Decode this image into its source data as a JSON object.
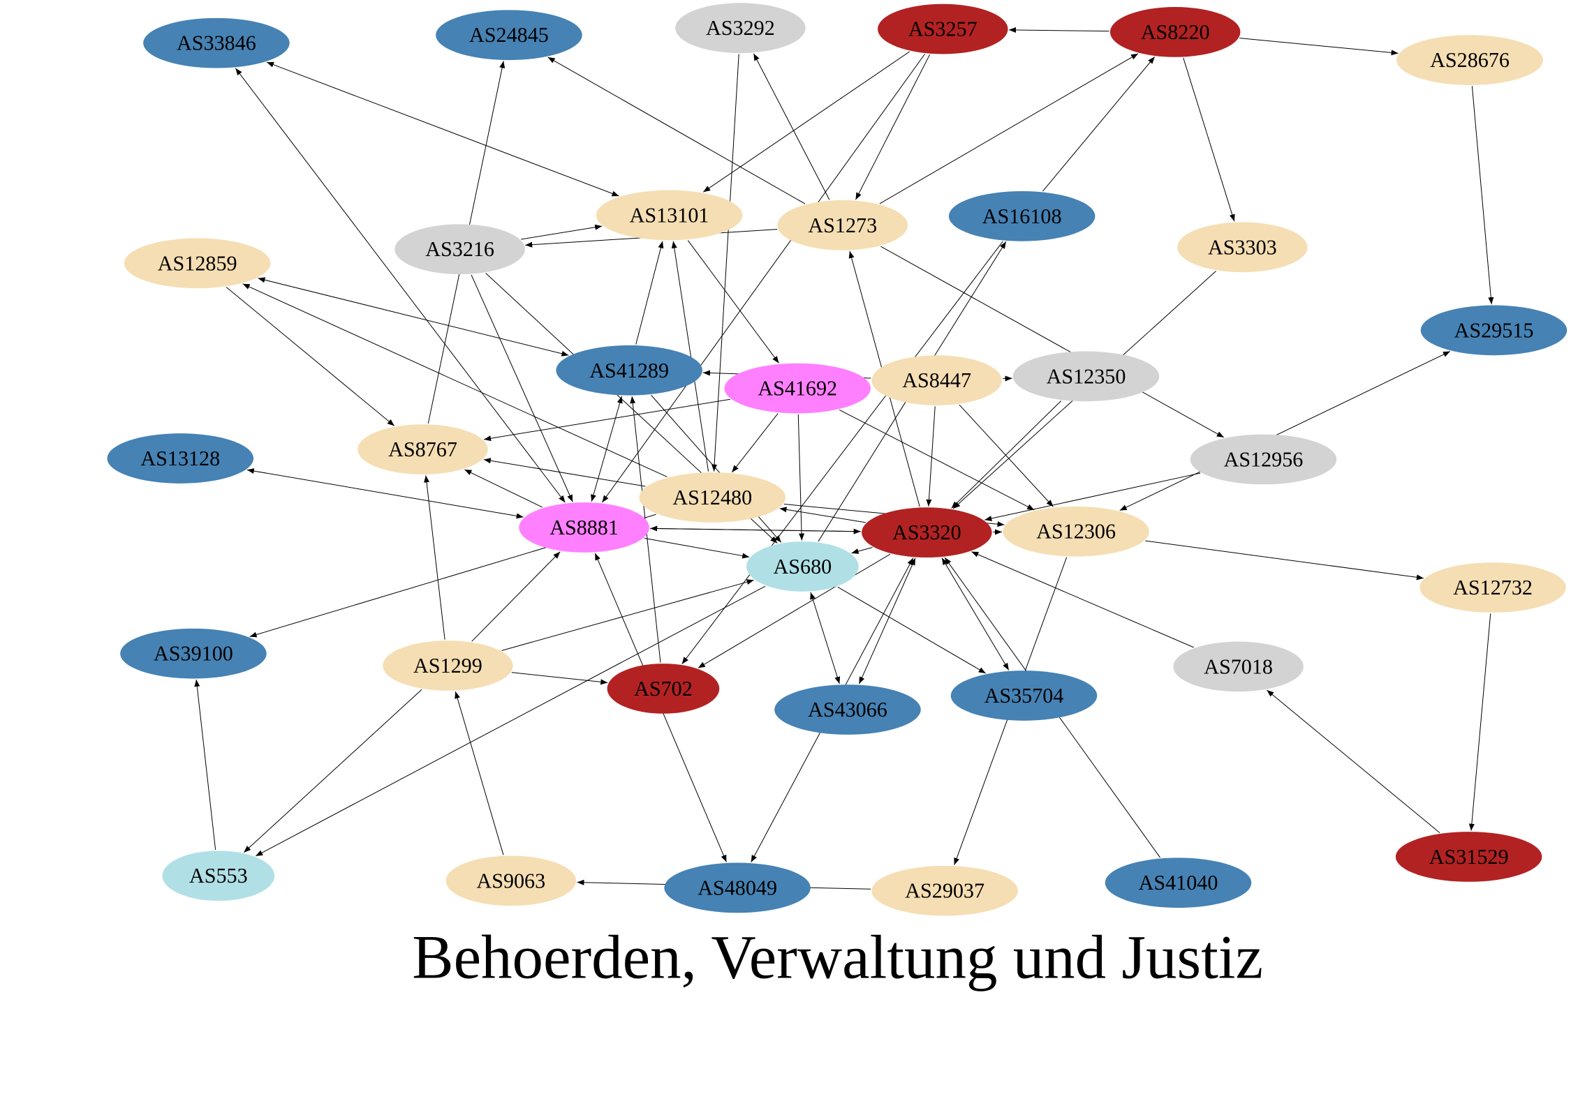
{
  "title": "Behoerden, Verwaltung und Justiz",
  "colors": {
    "blue": "#4682b4",
    "red": "#b22222",
    "wheat": "#f5deb3",
    "gray": "#d3d3d3",
    "pink": "#ff80ff",
    "lightblue": "#b0e0e6"
  },
  "nodes": [
    {
      "id": "AS33846",
      "color": "blue"
    },
    {
      "id": "AS24845",
      "color": "blue"
    },
    {
      "id": "AS3292",
      "color": "gray"
    },
    {
      "id": "AS3257",
      "color": "red"
    },
    {
      "id": "AS8220",
      "color": "red"
    },
    {
      "id": "AS28676",
      "color": "wheat"
    },
    {
      "id": "AS13101",
      "color": "wheat"
    },
    {
      "id": "AS1273",
      "color": "wheat"
    },
    {
      "id": "AS16108",
      "color": "blue"
    },
    {
      "id": "AS3216",
      "color": "gray"
    },
    {
      "id": "AS3303",
      "color": "wheat"
    },
    {
      "id": "AS12859",
      "color": "wheat"
    },
    {
      "id": "AS29515",
      "color": "blue"
    },
    {
      "id": "AS41289",
      "color": "blue"
    },
    {
      "id": "AS41692",
      "color": "pink"
    },
    {
      "id": "AS8447",
      "color": "wheat"
    },
    {
      "id": "AS12350",
      "color": "gray"
    },
    {
      "id": "AS13128",
      "color": "blue"
    },
    {
      "id": "AS8767",
      "color": "wheat"
    },
    {
      "id": "AS12956",
      "color": "gray"
    },
    {
      "id": "AS12480",
      "color": "wheat"
    },
    {
      "id": "AS8881",
      "color": "pink"
    },
    {
      "id": "AS3320",
      "color": "red"
    },
    {
      "id": "AS12306",
      "color": "wheat"
    },
    {
      "id": "AS680",
      "color": "lightblue"
    },
    {
      "id": "AS12732",
      "color": "wheat"
    },
    {
      "id": "AS39100",
      "color": "blue"
    },
    {
      "id": "AS1299",
      "color": "wheat"
    },
    {
      "id": "AS702",
      "color": "red"
    },
    {
      "id": "AS43066",
      "color": "blue"
    },
    {
      "id": "AS35704",
      "color": "blue"
    },
    {
      "id": "AS7018",
      "color": "gray"
    },
    {
      "id": "AS553",
      "color": "lightblue"
    },
    {
      "id": "AS9063",
      "color": "wheat"
    },
    {
      "id": "AS48049",
      "color": "blue"
    },
    {
      "id": "AS29037",
      "color": "wheat"
    },
    {
      "id": "AS41040",
      "color": "blue"
    },
    {
      "id": "AS31529",
      "color": "red"
    }
  ],
  "edges": [
    {
      "source": "AS8220",
      "target": "AS3257"
    },
    {
      "source": "AS8220",
      "target": "AS28676"
    },
    {
      "source": "AS8220",
      "target": "AS3303"
    },
    {
      "source": "AS16108",
      "target": "AS8220"
    },
    {
      "source": "AS1273",
      "target": "AS8220"
    },
    {
      "source": "AS28676",
      "target": "AS29515"
    },
    {
      "source": "AS3257",
      "target": "AS13101"
    },
    {
      "source": "AS3257",
      "target": "AS1273"
    },
    {
      "source": "AS3257",
      "target": "AS8881"
    },
    {
      "source": "AS1273",
      "target": "AS24845"
    },
    {
      "source": "AS1273",
      "target": "AS3292"
    },
    {
      "source": "AS1273",
      "target": "AS3216"
    },
    {
      "source": "AS1273",
      "target": "AS12956"
    },
    {
      "source": "AS3320",
      "target": "AS1273"
    },
    {
      "source": "AS13101",
      "target": "AS33846",
      "bidirectional": true
    },
    {
      "source": "AS3216",
      "target": "AS13101"
    },
    {
      "source": "AS3216",
      "target": "AS8881"
    },
    {
      "source": "AS3216",
      "target": "AS680"
    },
    {
      "source": "AS3292",
      "target": "AS12480"
    },
    {
      "source": "AS13101",
      "target": "AS41692"
    },
    {
      "source": "AS41289",
      "target": "AS13101"
    },
    {
      "source": "AS12480",
      "target": "AS13101"
    },
    {
      "source": "AS8767",
      "target": "AS24845"
    },
    {
      "source": "AS8881",
      "target": "AS33846",
      "bidirectional": true
    },
    {
      "source": "AS12859",
      "target": "AS41289",
      "bidirectional": true
    },
    {
      "source": "AS12859",
      "target": "AS8767"
    },
    {
      "source": "AS12480",
      "target": "AS12859"
    },
    {
      "source": "AS41692",
      "target": "AS8767"
    },
    {
      "source": "AS41692",
      "target": "AS12480"
    },
    {
      "source": "AS41692",
      "target": "AS680"
    },
    {
      "source": "AS41692",
      "target": "AS12306"
    },
    {
      "source": "AS8447",
      "target": "AS41289"
    },
    {
      "source": "AS8447",
      "target": "AS12350"
    },
    {
      "source": "AS41289",
      "target": "AS680"
    },
    {
      "source": "AS41289",
      "target": "AS8881",
      "bidirectional": true
    },
    {
      "source": "AS702",
      "target": "AS41289"
    },
    {
      "source": "AS8447",
      "target": "AS3320"
    },
    {
      "source": "AS8447",
      "target": "AS12306"
    },
    {
      "source": "AS12350",
      "target": "AS3320"
    },
    {
      "source": "AS680",
      "target": "AS16108"
    },
    {
      "source": "AS16108",
      "target": "AS702"
    },
    {
      "source": "AS3303",
      "target": "AS3320"
    },
    {
      "source": "AS12306",
      "target": "AS29515",
      "bidirectional": true
    },
    {
      "source": "AS12956",
      "target": "AS3320"
    },
    {
      "source": "AS12480",
      "target": "AS8767"
    },
    {
      "source": "AS8881",
      "target": "AS8767"
    },
    {
      "source": "AS8881",
      "target": "AS13128",
      "bidirectional": true
    },
    {
      "source": "AS8881",
      "target": "AS680"
    },
    {
      "source": "AS8881",
      "target": "AS3320"
    },
    {
      "source": "AS12480",
      "target": "AS12306"
    },
    {
      "source": "AS3320",
      "target": "AS12480"
    },
    {
      "source": "AS3320",
      "target": "AS8881"
    },
    {
      "source": "AS3320",
      "target": "AS680"
    },
    {
      "source": "AS3320",
      "target": "AS702"
    },
    {
      "source": "AS3320",
      "target": "AS43066",
      "bidirectional": true
    },
    {
      "source": "AS3320",
      "target": "AS35704",
      "bidirectional": true
    },
    {
      "source": "AS3320",
      "target": "AS12306"
    },
    {
      "source": "AS12306",
      "target": "AS12732"
    },
    {
      "source": "AS12306",
      "target": "AS29037"
    },
    {
      "source": "AS7018",
      "target": "AS3320"
    },
    {
      "source": "AS41040",
      "target": "AS3320"
    },
    {
      "source": "AS48049",
      "target": "AS3320",
      "bidirectional": true
    },
    {
      "source": "AS12480",
      "target": "AS39100"
    },
    {
      "source": "AS680",
      "target": "AS35704"
    },
    {
      "source": "AS680",
      "target": "AS43066",
      "bidirectional": true
    },
    {
      "source": "AS680",
      "target": "AS553"
    },
    {
      "source": "AS1299",
      "target": "AS680"
    },
    {
      "source": "AS1299",
      "target": "AS8881"
    },
    {
      "source": "AS1299",
      "target": "AS8767"
    },
    {
      "source": "AS1299",
      "target": "AS702"
    },
    {
      "source": "AS1299",
      "target": "AS553"
    },
    {
      "source": "AS9063",
      "target": "AS1299"
    },
    {
      "source": "AS553",
      "target": "AS39100"
    },
    {
      "source": "AS8881",
      "target": "AS48049",
      "bidirectional": true
    },
    {
      "source": "AS29037",
      "target": "AS9063"
    },
    {
      "source": "AS31529",
      "target": "AS7018"
    },
    {
      "source": "AS12732",
      "target": "AS31529"
    }
  ]
}
